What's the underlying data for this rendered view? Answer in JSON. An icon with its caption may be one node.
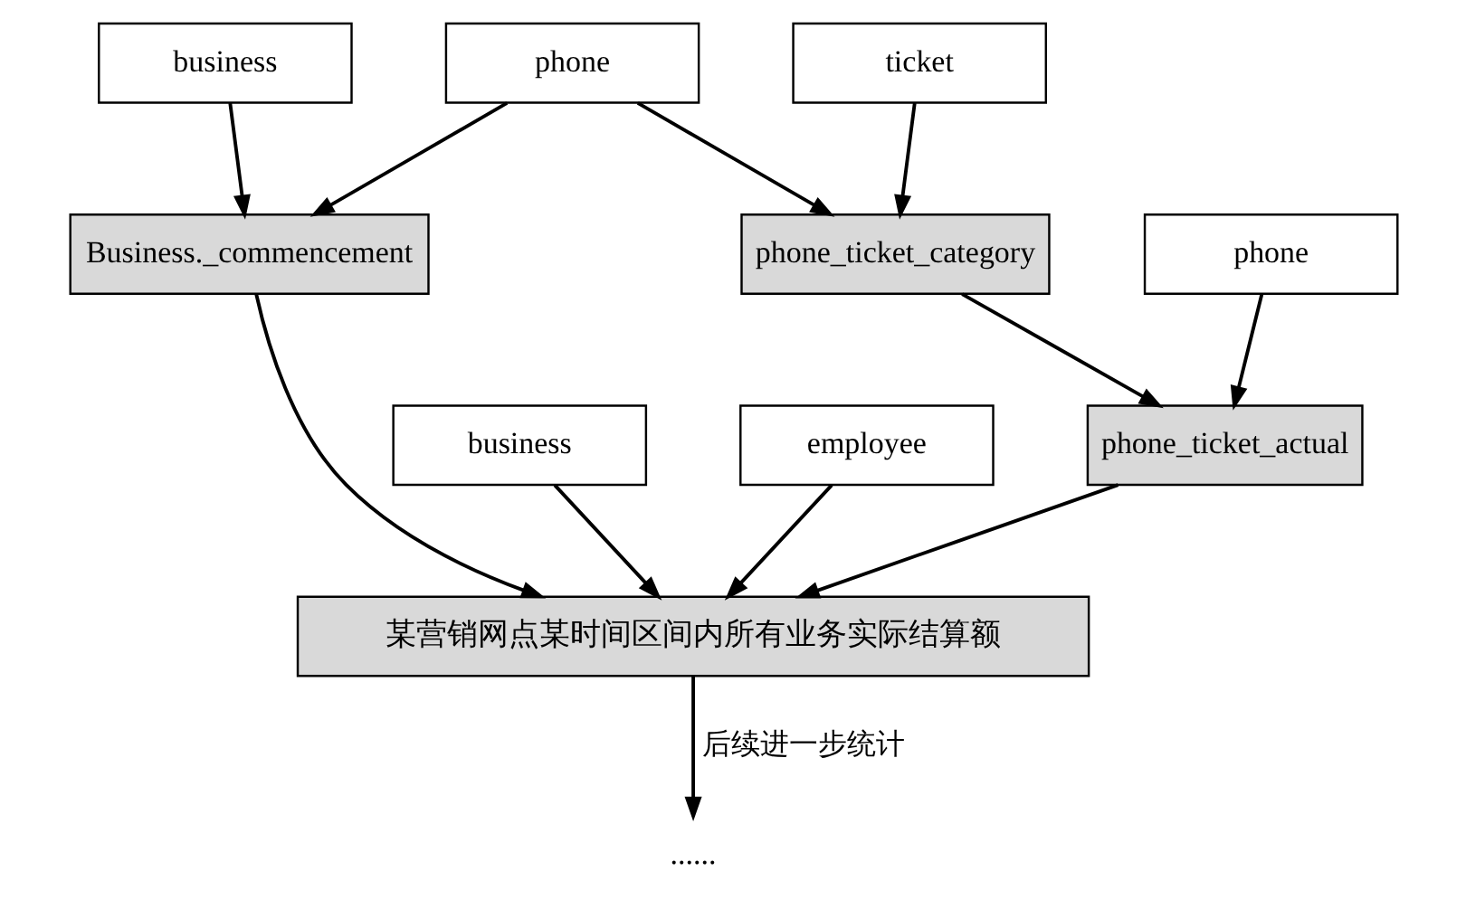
{
  "diagram": {
    "nodes": [
      {
        "text": [
          "business"
        ]
      },
      {
        "text": [
          "phone"
        ]
      },
      {
        "text": [
          "ticket"
        ]
      },
      {
        "text": [
          "Business._commencement"
        ]
      },
      {
        "text": [
          "phone_ticket_category"
        ]
      },
      {
        "text": [
          "phone"
        ]
      },
      {
        "text": [
          "business"
        ]
      },
      {
        "text": [
          "employee"
        ]
      },
      {
        "text": [
          "phone_ticket_actual"
        ]
      },
      {
        "text": [
          "某营销网点某时间区间内所有业务实际结算额"
        ]
      },
      {
        "text": [
          "......"
        ]
      }
    ],
    "edges": [
      {
        "from": 0,
        "to": 3,
        "arrow": "to"
      },
      {
        "from": 1,
        "to": 3,
        "arrow": "to"
      },
      {
        "from": 1,
        "to": 4,
        "arrow": "to"
      },
      {
        "from": 2,
        "to": 4,
        "arrow": "to"
      },
      {
        "from": 4,
        "to": 8,
        "arrow": "to"
      },
      {
        "from": 5,
        "to": 8,
        "arrow": "to"
      },
      {
        "from": 3,
        "to": 9,
        "arrow": "to"
      },
      {
        "from": 6,
        "to": 9,
        "arrow": "to"
      },
      {
        "from": 7,
        "to": 9,
        "arrow": "to"
      },
      {
        "from": 8,
        "to": 9,
        "arrow": "to"
      },
      {
        "from": 9,
        "to": 10,
        "arrow": "to",
        "label": "后续进一步统计"
      }
    ]
  }
}
